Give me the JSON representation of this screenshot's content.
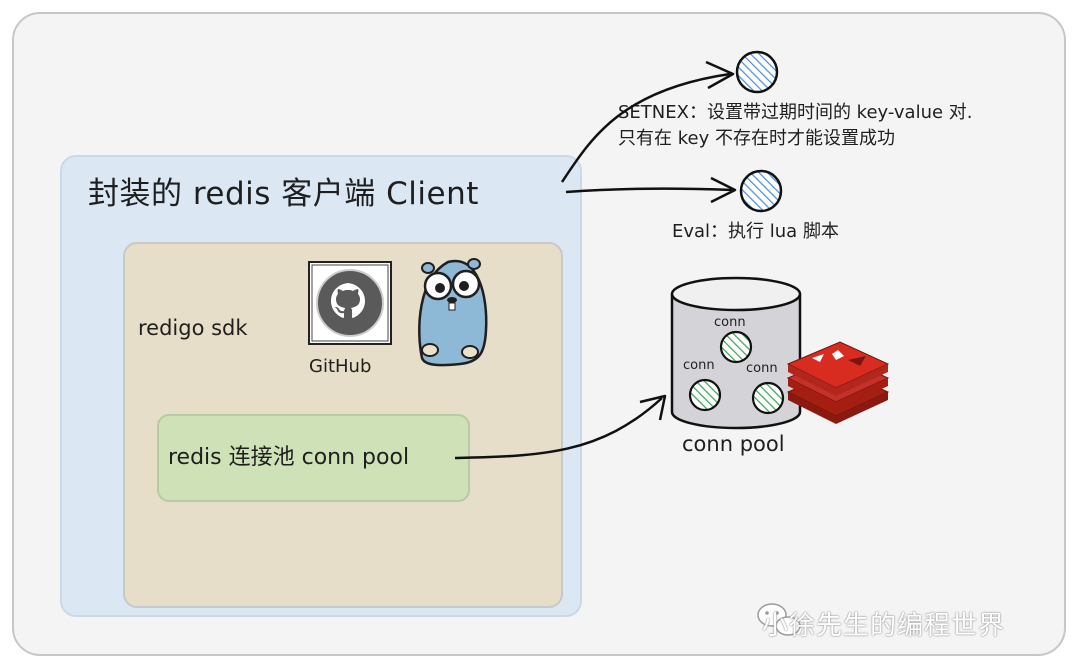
{
  "client": {
    "title": "封装的 redis 客户端 Client"
  },
  "sdk": {
    "label": "redigo sdk",
    "github_label": "GitHub"
  },
  "pool": {
    "label": "redis 连接池 conn pool"
  },
  "commands": {
    "setnx_line1": "SETNEX：设置带过期时间的 key-value 对.",
    "setnx_line2": "只有在 key 不存在时才能设置成功",
    "eval": "Eval：执行 lua 脚本"
  },
  "conn_pool": {
    "label": "conn pool",
    "conn_labels": [
      "conn",
      "conn",
      "conn"
    ]
  },
  "watermark": "小徐先生的编程世界",
  "icons": [
    "github-icon",
    "gopher-icon",
    "redis-logo-icon",
    "wechat-icon"
  ],
  "colors": {
    "client_box": "#dbe8f4",
    "sdk_box": "#e6dec8",
    "pool_box": "#cfe1b6",
    "blue_hatch": "#4a90d9",
    "green_hatch": "#3aa655",
    "redis_red": "#d82c20"
  }
}
